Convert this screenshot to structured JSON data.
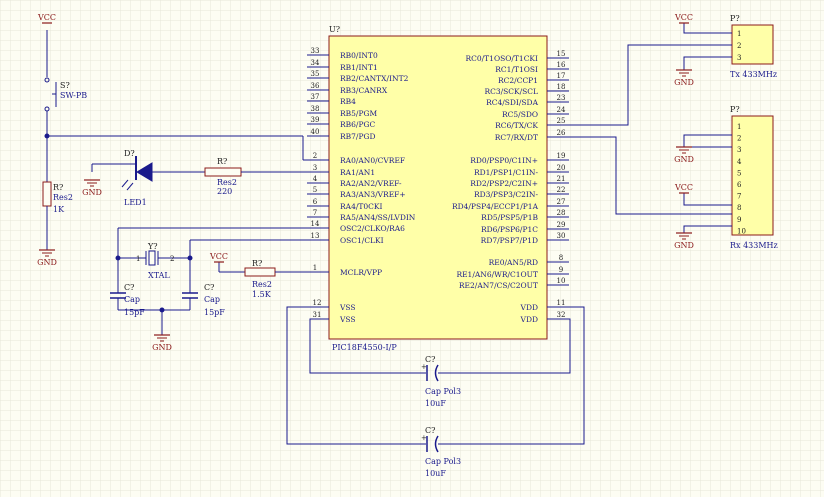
{
  "mcu": {
    "designator": "U?",
    "part": "PIC18F4550-I/P",
    "left_pins": [
      {
        "num": "33",
        "name": "RB0/INT0"
      },
      {
        "num": "34",
        "name": "RB1/INT1"
      },
      {
        "num": "35",
        "name": "RB2/CANTX/INT2"
      },
      {
        "num": "36",
        "name": "RB3/CANRX"
      },
      {
        "num": "37",
        "name": "RB4"
      },
      {
        "num": "38",
        "name": "RB5/PGM"
      },
      {
        "num": "39",
        "name": "RB6/PGC"
      },
      {
        "num": "40",
        "name": "RB7/PGD"
      },
      {
        "num": "2",
        "name": "RA0/AN0/CVREF"
      },
      {
        "num": "3",
        "name": "RA1/AN1"
      },
      {
        "num": "4",
        "name": "RA2/AN2/VREF-"
      },
      {
        "num": "5",
        "name": "RA3/AN3/VREF+"
      },
      {
        "num": "6",
        "name": "RA4/T0CKI"
      },
      {
        "num": "7",
        "name": "RA5/AN4/SS/LVDIN"
      },
      {
        "num": "14",
        "name": "OSC2/CLKO/RA6"
      },
      {
        "num": "13",
        "name": "OSC1/CLKI"
      },
      {
        "num": "1",
        "name": "MCLR/VPP"
      }
    ],
    "right_pins": [
      {
        "num": "15",
        "name": "RC0/T1OSO/T1CKI"
      },
      {
        "num": "16",
        "name": "RC1/T1OSI"
      },
      {
        "num": "17",
        "name": "RC2/CCP1"
      },
      {
        "num": "18",
        "name": "RC3/SCK/SCL"
      },
      {
        "num": "23",
        "name": "RC4/SDI/SDA"
      },
      {
        "num": "24",
        "name": "RC5/SDO"
      },
      {
        "num": "25",
        "name": "RC6/TX/CK"
      },
      {
        "num": "26",
        "name": "RC7/RX/DT"
      },
      {
        "num": "19",
        "name": "RD0/PSP0/C1IN+"
      },
      {
        "num": "20",
        "name": "RD1/PSP1/C1IN-"
      },
      {
        "num": "21",
        "name": "RD2/PSP2/C2IN+"
      },
      {
        "num": "22",
        "name": "RD3/PSP3/C2IN-"
      },
      {
        "num": "27",
        "name": "RD4/PSP4/ECCP1/P1A"
      },
      {
        "num": "28",
        "name": "RD5/PSP5/P1B"
      },
      {
        "num": "29",
        "name": "RD6/PSP6/P1C"
      },
      {
        "num": "30",
        "name": "RD7/PSP7/P1D"
      },
      {
        "num": "8",
        "name": "RE0/AN5/RD"
      },
      {
        "num": "9",
        "name": "RE1/AN6/WR/C1OUT"
      },
      {
        "num": "10",
        "name": "RE2/AN7/CS/C2OUT"
      }
    ],
    "power_pins": [
      {
        "num": "12",
        "name": "VSS"
      },
      {
        "num": "31",
        "name": "VSS"
      },
      {
        "num": "11",
        "name": "VDD"
      },
      {
        "num": "32",
        "name": "VDD"
      }
    ]
  },
  "switch": {
    "designator": "S?",
    "value": "SW-PB"
  },
  "r_pullup": {
    "designator": "R?",
    "type": "Res2",
    "value": "1K"
  },
  "led": {
    "designator": "D?",
    "value": "LED1"
  },
  "r_led": {
    "designator": "R?",
    "type": "Res2",
    "value": "220"
  },
  "crystal": {
    "designator": "Y?",
    "value": "XTAL",
    "pin1": "1",
    "pin2": "2"
  },
  "cap1": {
    "designator": "C?",
    "type": "Cap",
    "value": "15pF"
  },
  "cap2": {
    "designator": "C?",
    "type": "Cap",
    "value": "15pF"
  },
  "r_mclr": {
    "designator": "R?",
    "type": "Res2",
    "value": "1.5K"
  },
  "cap_pol1": {
    "designator": "C?",
    "type": "Cap Pol3",
    "value": "10uF"
  },
  "cap_pol2": {
    "designator": "C?",
    "type": "Cap Pol3",
    "value": "10uF"
  },
  "tx_header": {
    "designator": "P?",
    "name": "Tx 433MHz",
    "pins": [
      "1",
      "2",
      "3"
    ]
  },
  "rx_header": {
    "designator": "P?",
    "name": "Rx 433MHz",
    "pins": [
      "1",
      "2",
      "3",
      "4",
      "5",
      "6",
      "7",
      "8",
      "9",
      "10"
    ]
  },
  "power": {
    "vcc": "VCC",
    "gnd": "GND"
  },
  "colors": {
    "wire": "#1a1a8c",
    "body_fill": "#ffffa8",
    "body_stroke": "#8b1a1a",
    "grid": "#e6e6da",
    "power": "#8b1a1a"
  }
}
